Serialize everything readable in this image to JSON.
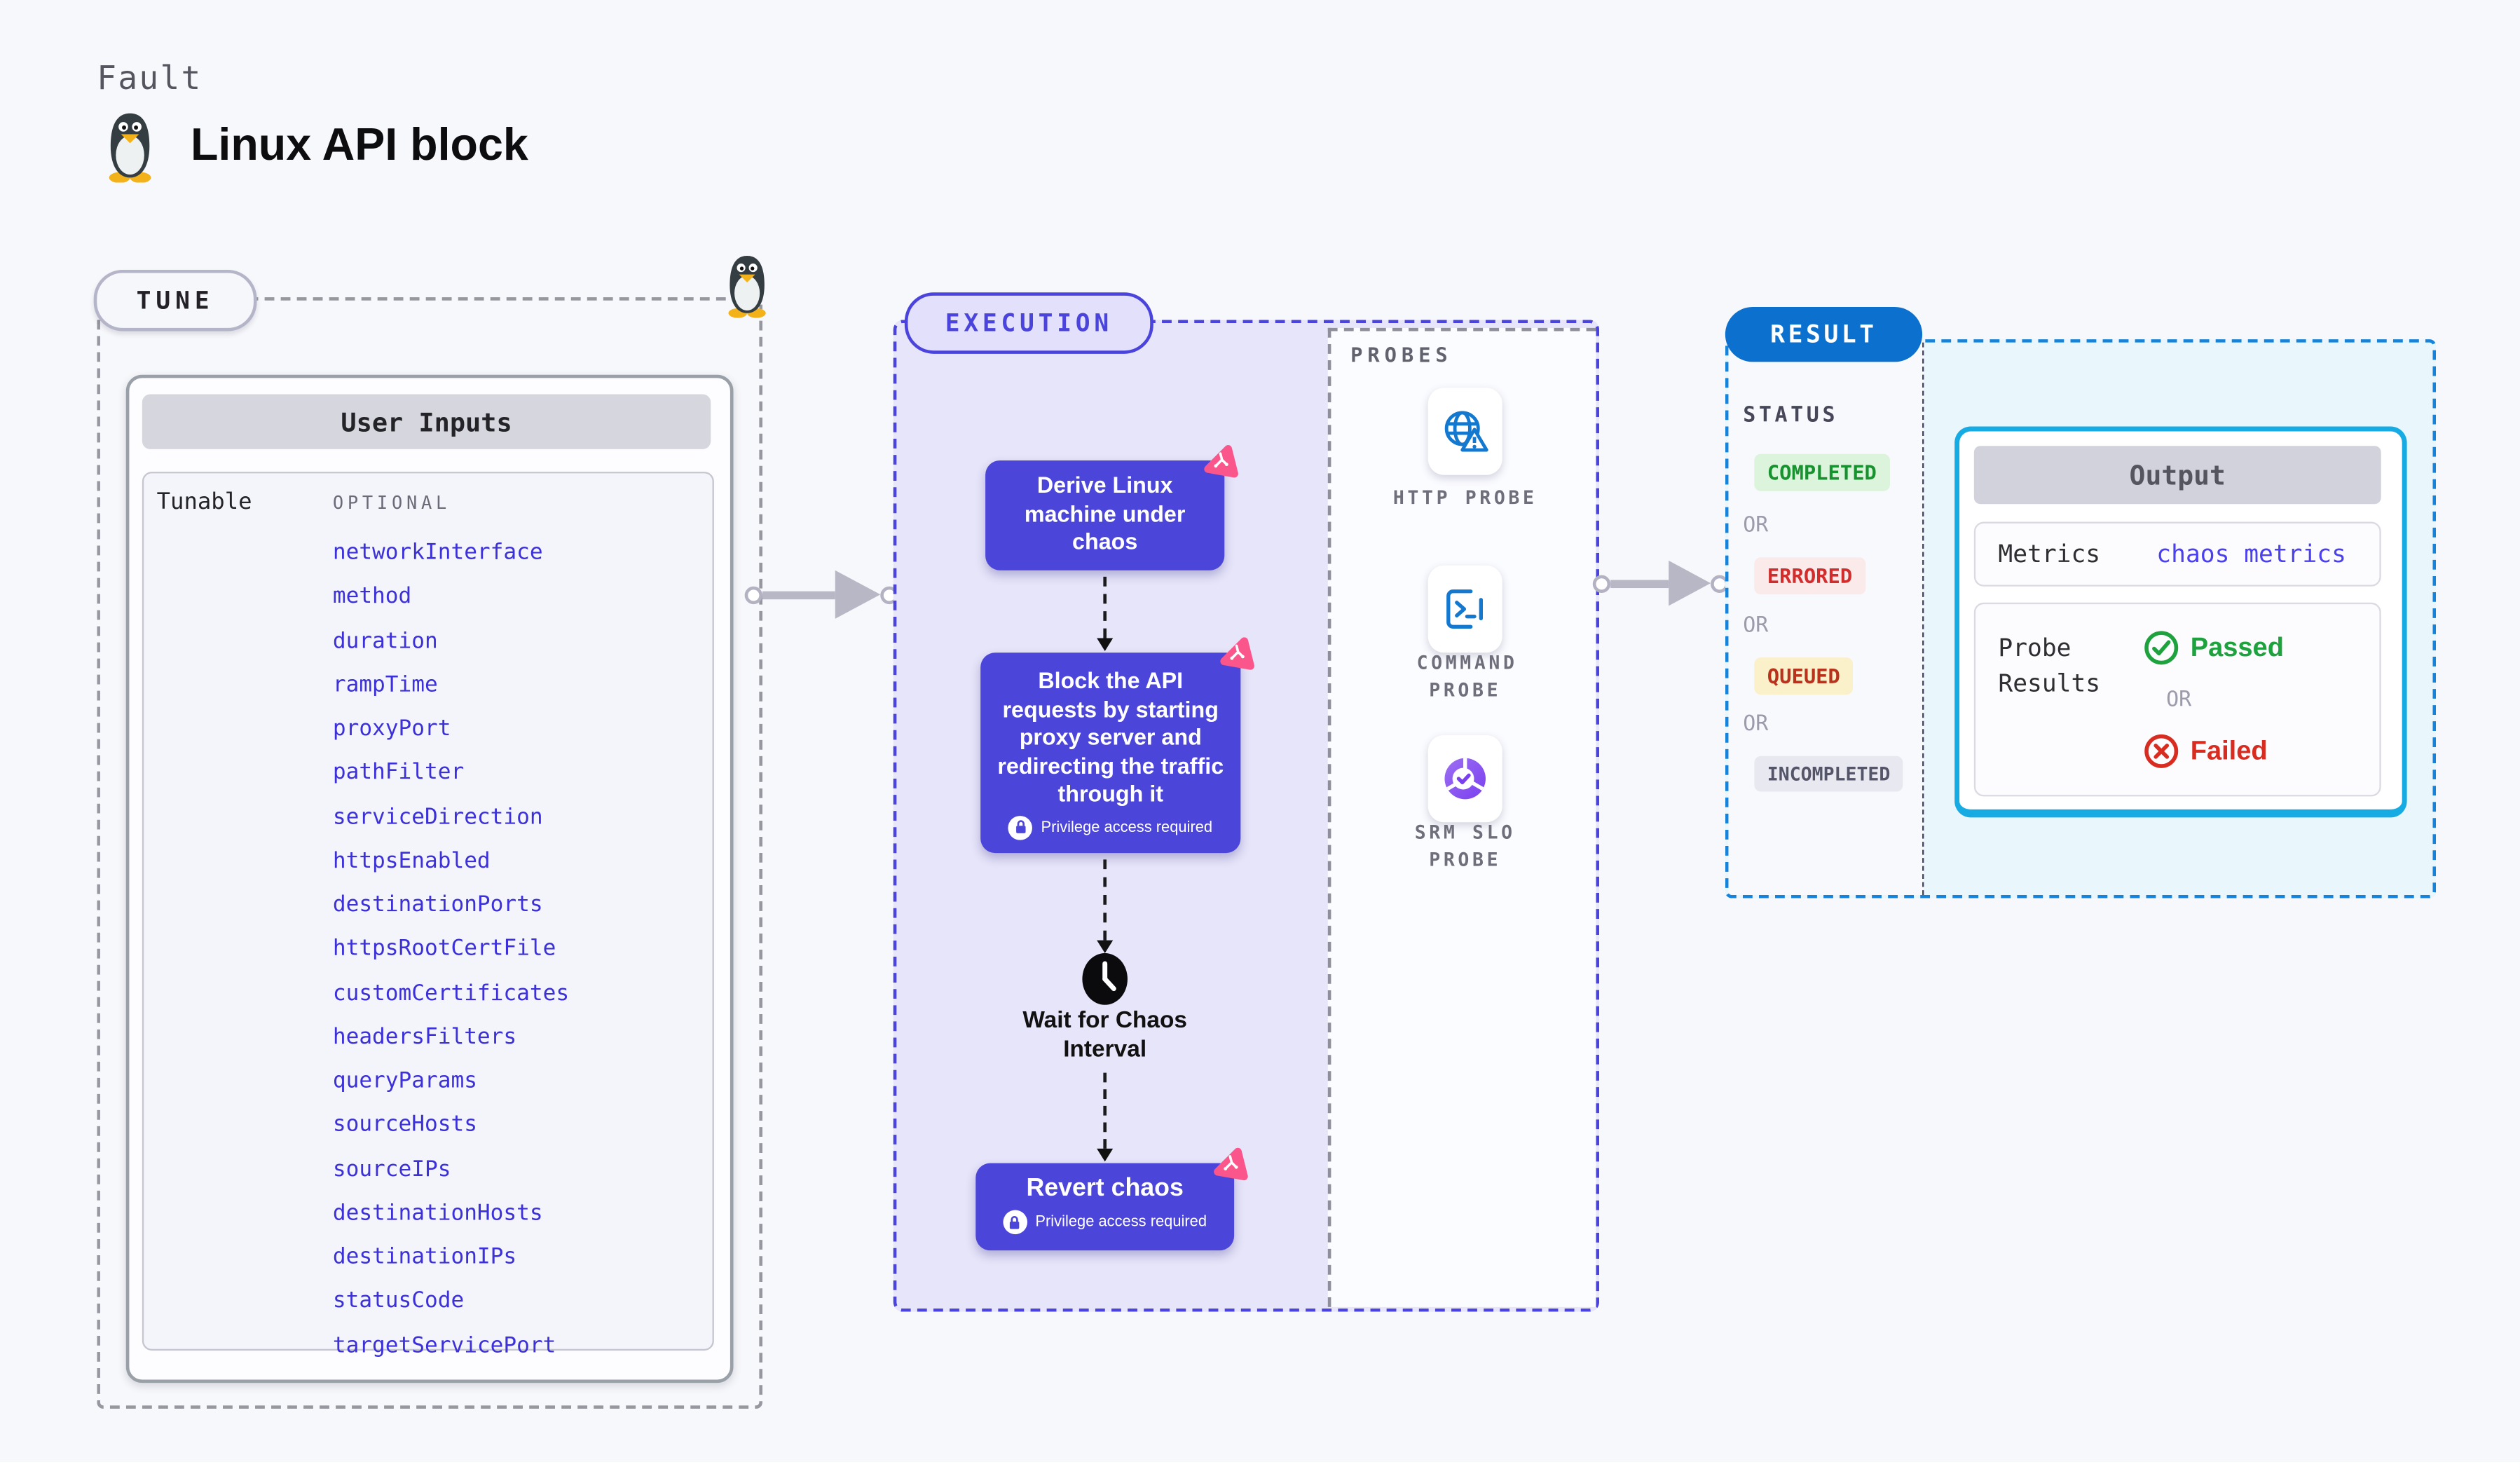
{
  "page": {
    "kicker": "Fault",
    "title": "Linux API block"
  },
  "tune": {
    "pill": "TUNE",
    "card_title": "User Inputs",
    "row_label": "Tunable",
    "row_tag": "OPTIONAL",
    "params": [
      "networkInterface",
      "method",
      "duration",
      "rampTime",
      "proxyPort",
      "pathFilter",
      "serviceDirection",
      "httpsEnabled",
      "destinationPorts",
      "httpsRootCertFile",
      "customCertificates",
      "headersFilters",
      "queryParams",
      "sourceHosts",
      "sourceIPs",
      "destinationHosts",
      "destinationIPs",
      "statusCode",
      "targetServicePort"
    ]
  },
  "execution": {
    "pill": "EXECUTION",
    "steps": {
      "derive": "Derive Linux machine under chaos",
      "block": "Block the API requests by starting proxy server and redirecting the traffic through it",
      "privilege_note": "Privilege access required",
      "wait": "Wait for Chaos Interval",
      "revert": "Revert chaos"
    },
    "probes": {
      "heading": "PROBES",
      "items": [
        {
          "label": "HTTP PROBE",
          "icon": "globe-alert-icon"
        },
        {
          "label": "COMMAND PROBE",
          "icon": "terminal-icon"
        },
        {
          "label": "SRM SLO PROBE",
          "icon": "slo-check-icon"
        }
      ]
    }
  },
  "result": {
    "pill": "RESULT",
    "status_heading": "STATUS",
    "or": "OR",
    "statuses": [
      {
        "label": "COMPLETED",
        "fg": "#17922f",
        "bg": "#dcf3dc"
      },
      {
        "label": "ERRORED",
        "fg": "#d22d2d",
        "bg": "#fbeaea"
      },
      {
        "label": "QUEUED",
        "fg": "#b8321c",
        "bg": "#faf0ca"
      },
      {
        "label": "INCOMPLETED",
        "fg": "#55556a",
        "bg": "#e8e8f0"
      }
    ],
    "output": {
      "title": "Output",
      "metrics_label": "Metrics",
      "metrics_value": "chaos metrics",
      "probe_results_label": "Probe Results",
      "passed": "Passed",
      "or": "OR",
      "failed": "Failed"
    }
  },
  "colors": {
    "accent_indigo": "#4c45da",
    "accent_blue": "#0c70cf",
    "accent_cyan": "#16abe2",
    "pink_fork": "#fb568c",
    "param_link": "#3c31d8",
    "passed_green": "#1ea23e",
    "failed_red": "#d92c20"
  }
}
